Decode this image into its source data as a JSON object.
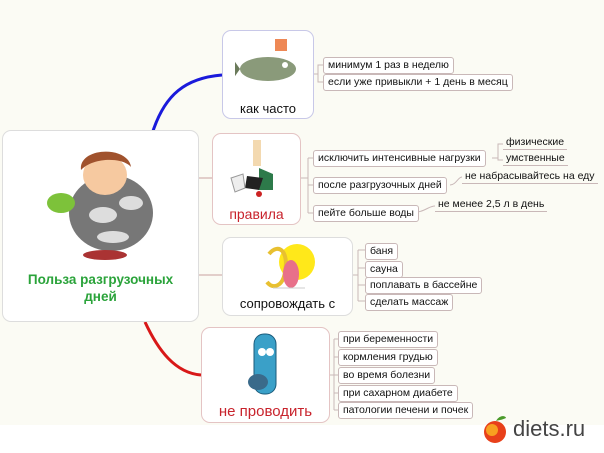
{
  "center": {
    "title_line1": "Польза разгрузочных",
    "title_line2": "дней"
  },
  "branches": [
    {
      "label": "как часто",
      "items": [
        "минимум 1 раз в неделю",
        "если уже привыкли + 1 день в месяц"
      ]
    },
    {
      "label": "правила",
      "items": [
        {
          "text": "исключить интенсивные нагрузки",
          "subs": [
            "физические",
            "умственные"
          ]
        },
        {
          "text": "после разгрузочных дней",
          "subs": [
            "не набрасывайтесь на еду"
          ]
        },
        {
          "text": "пейте больше воды",
          "subs": [
            "не менее 2,5 л в день"
          ]
        }
      ]
    },
    {
      "label": "сопровождать с",
      "items": [
        "баня",
        "сауна",
        "поплавать в бассейне",
        "сделать массаж"
      ]
    },
    {
      "label": "не проводить",
      "items": [
        "при беременности",
        "кормления грудью",
        "во время болезни",
        "при сахарном диабете",
        "патологии печени и почек"
      ]
    }
  ],
  "watermark": "diets.ru",
  "colors": {
    "center_title": "#2aa33a",
    "rules_title": "#c8232c",
    "blue_link": "#1a1adb",
    "red_link": "#d81818"
  }
}
